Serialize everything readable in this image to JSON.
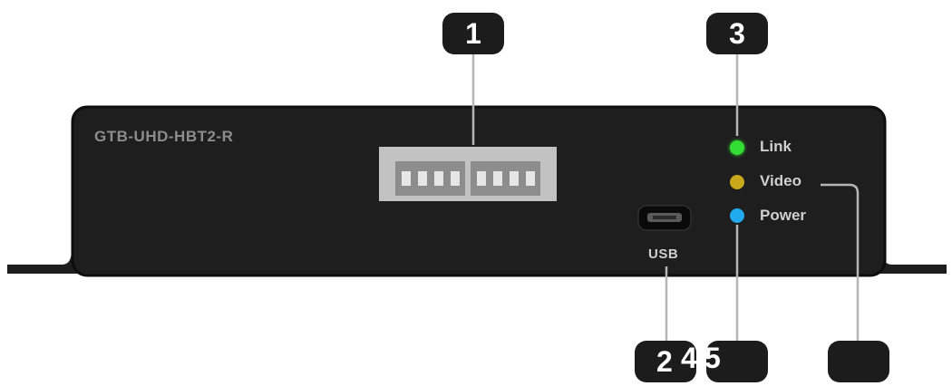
{
  "device": {
    "model": "GTB-UHD-HBT2-R",
    "usb_label": "USB"
  },
  "leds": [
    {
      "label": "Link",
      "color": "#33dd33"
    },
    {
      "label": "Video",
      "color": "#c9a81c"
    },
    {
      "label": "Power",
      "color": "#22aaee"
    }
  ],
  "callouts": [
    "1",
    "3",
    "2",
    "",
    ""
  ],
  "stray_digits": [
    "4",
    "5"
  ],
  "colors": {
    "chassis": "#1e1e1e",
    "chassis_edge": "#0d0d0d",
    "callout": "#1c1c1c",
    "leader": "#b5b5b5",
    "dip_frame": "#c2c2c2",
    "dip_well": "#8d8d8d",
    "dip_switch": "#e6e6e6"
  }
}
